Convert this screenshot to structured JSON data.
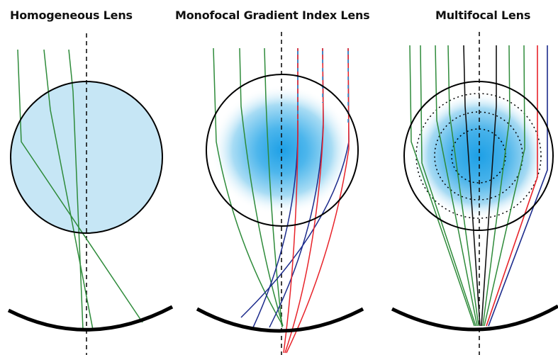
{
  "panels": [
    {
      "title": "Homogeneous Lens"
    },
    {
      "title": "Monofocal Gradient Index Lens"
    },
    {
      "title": "Multifocal Lens"
    }
  ],
  "colors": {
    "ray_green": "#2e8b3a",
    "ray_blue": "#1c2b8c",
    "ray_red": "#e8232a",
    "ray_black": "#111111",
    "lens_fill": "#c6e6f5",
    "lens_gradient_center": "#1ea0e6",
    "outline": "#000000"
  }
}
